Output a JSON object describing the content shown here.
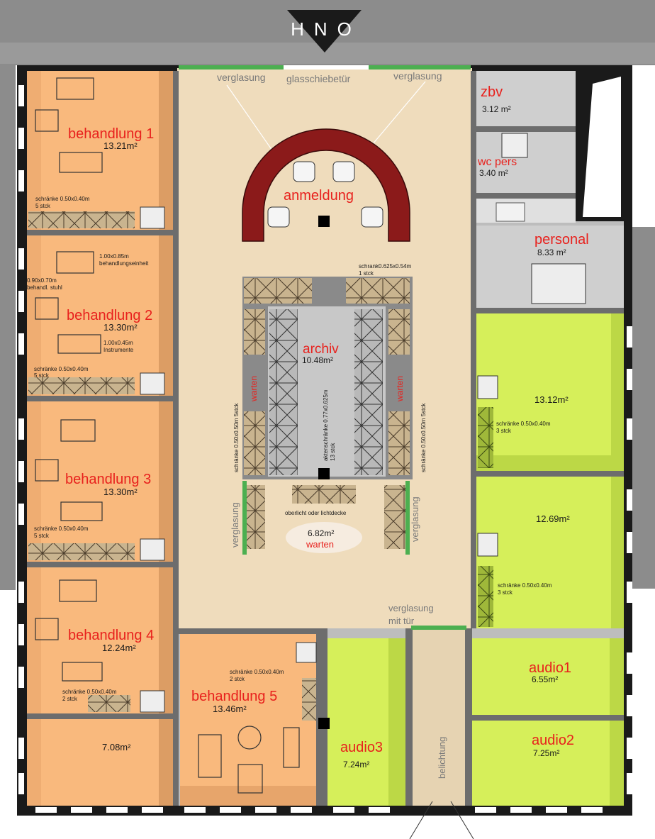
{
  "header": {
    "title": "HNO"
  },
  "entrance": {
    "glazing_left": "verglasung",
    "sliding_door": "glasschiebetür",
    "glazing_right": "verglasung"
  },
  "rooms": {
    "behandlung1": {
      "name": "behandlung 1",
      "area": "13.21m²",
      "cabinets": "schränke  0.50x0.40m",
      "count": "5  stck"
    },
    "behandlung2": {
      "name": "behandlung 2",
      "area": "13.30m²",
      "unit_label": "1.00x0.85m",
      "unit_desc": "behandlungseinheit",
      "chair_label": "0.90x0.70m",
      "chair_desc": "behandl. stuhl",
      "instr_label": "1.00x0.45m",
      "instr_desc": "Instrumente",
      "cabinets": "schränke  0.50x0.40m",
      "count": "5  stck"
    },
    "behandlung3": {
      "name": "behandlung 3",
      "area": "13.30m²",
      "cabinets": "schränke  0.50x0.40m",
      "count": "5  stck"
    },
    "behandlung4": {
      "name": "behandlung 4",
      "area": "12.24m²",
      "cabinets": "schränke  0.50x0.40m",
      "count": "2  stck"
    },
    "behandlung5": {
      "name": "behandlung 5",
      "area": "13.46m²",
      "cabinets": "schränke  0.50x0.40m",
      "count": "2  stck"
    },
    "small_room": {
      "area": "7.08m²"
    },
    "anmeldung": {
      "name": "anmeldung"
    },
    "archiv": {
      "name": "archiv",
      "area": "10.48m²",
      "top_cabinet": "schrank0.625x0.54m",
      "top_count": "1  stck",
      "left_cabinet": "schränke  0.50x0.50m  5stck",
      "center_cabinet": "aktenschränke  0.77x0.625m",
      "center_count": "13  stck",
      "right_cabinet": "schränke  0.50x0.50m  5stck"
    },
    "warten": {
      "left_label": "warten",
      "right_label": "warten",
      "oberlicht": "oberlicht  oder  lichtdecke",
      "area": "6.82m²",
      "name": "warten",
      "glazing_left": "verglasung",
      "glazing_right": "verglasung",
      "door_glazing": "verglasung",
      "door_glazing2": "mit tür"
    },
    "zbv": {
      "name": "zbv",
      "area": "3.12  m²"
    },
    "wc": {
      "name": "wc pers",
      "area": "3.40  m²"
    },
    "personal": {
      "name": "personal",
      "area": "8.33  m²"
    },
    "green1": {
      "area": "13.12m²",
      "cabinets": "schränke  0.50x0.40m",
      "count": "3  stck"
    },
    "green2": {
      "area": "12.69m²",
      "cabinets": "schränke  0.50x0.40m",
      "count": "3  stck"
    },
    "audio1": {
      "name": "audio1",
      "area": "6.55m²"
    },
    "audio2": {
      "name": "audio2",
      "area": "7.25m²"
    },
    "audio3": {
      "name": "audio3",
      "area": "7.24m²"
    },
    "belichtung": {
      "name": "belichtung"
    }
  },
  "colors": {
    "orange_room": "#f9b97d",
    "orange_dark": "#d89a62",
    "green_room": "#d6ef5a",
    "green_dark": "#bcd846",
    "corridor": "#efdcbc",
    "grey_room": "#cfcfcf",
    "wall": "#1a1a1a",
    "counter": "#8b1a1a",
    "label_red": "#e8211d"
  }
}
